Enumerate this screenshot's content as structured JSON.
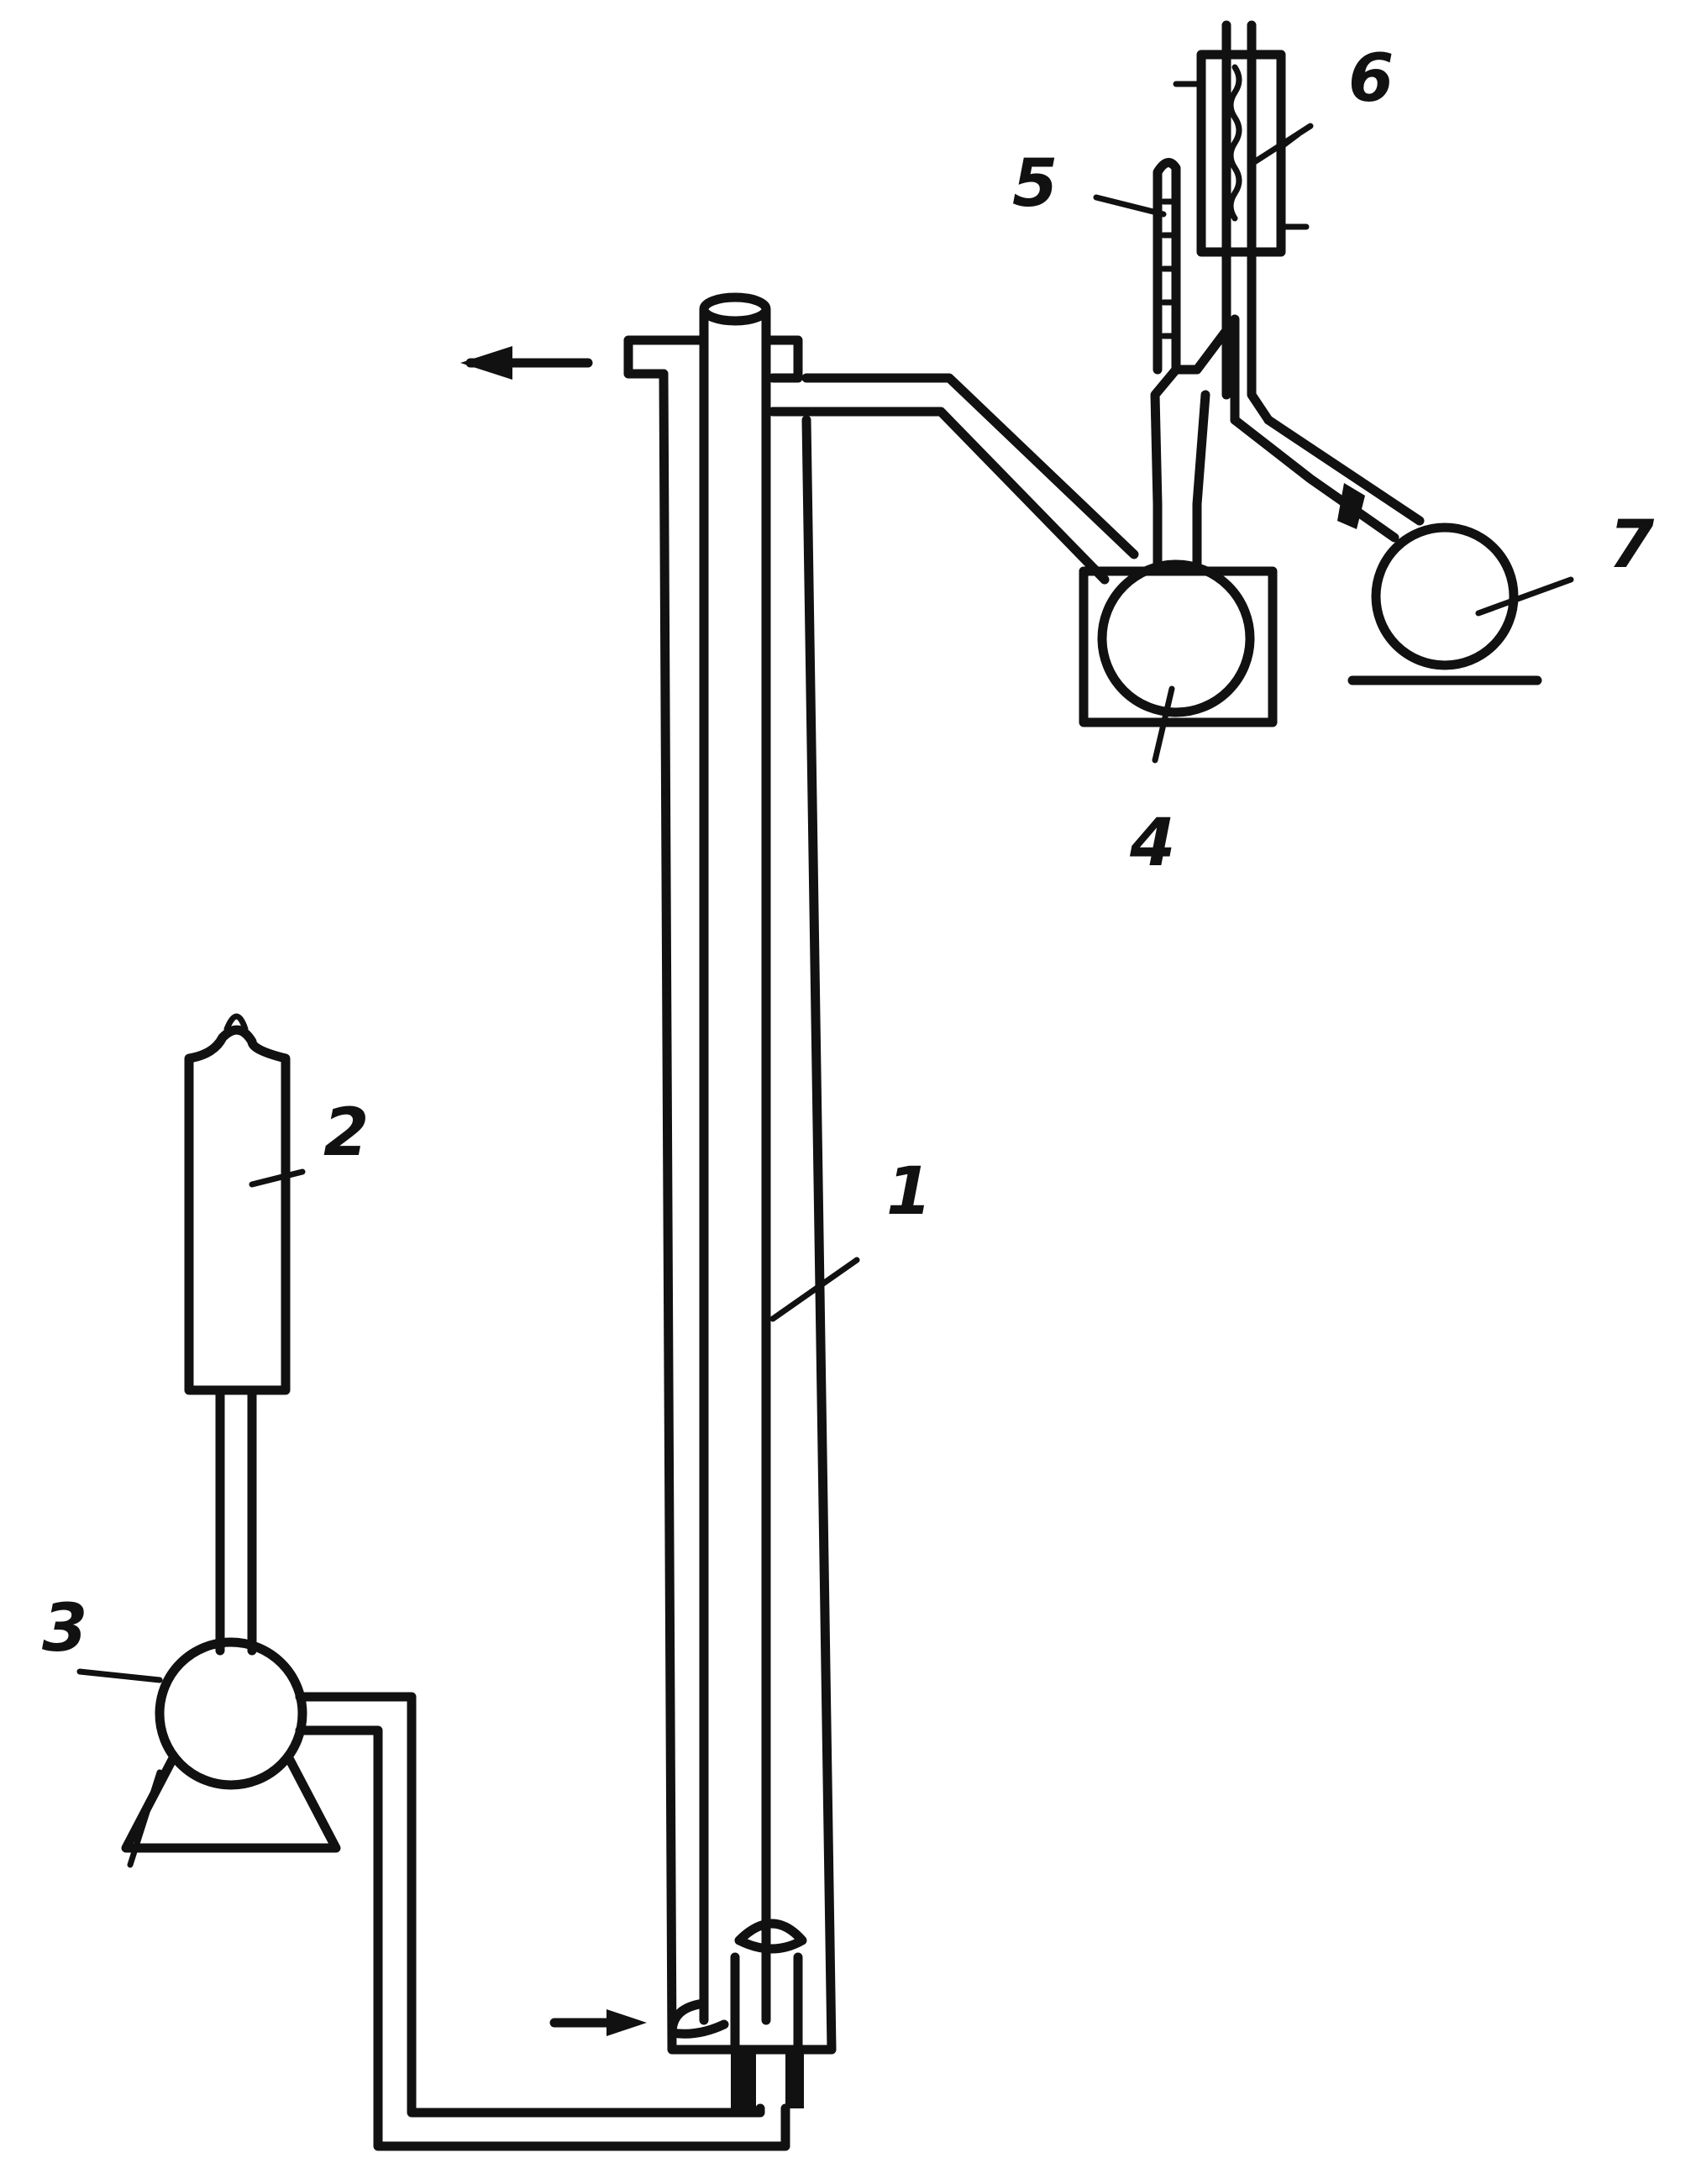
{
  "diagram": {
    "labels": {
      "column": "1",
      "reservoir": "2",
      "pump": "3",
      "flask_heated": "4",
      "side_tube": "5",
      "condenser": "6",
      "receiver_flask": "7"
    },
    "colors": {
      "ink": "#111111",
      "background": "#ffffff"
    },
    "icons": {
      "flow_out": "arrow-left",
      "flow_in": "arrow-right"
    }
  }
}
